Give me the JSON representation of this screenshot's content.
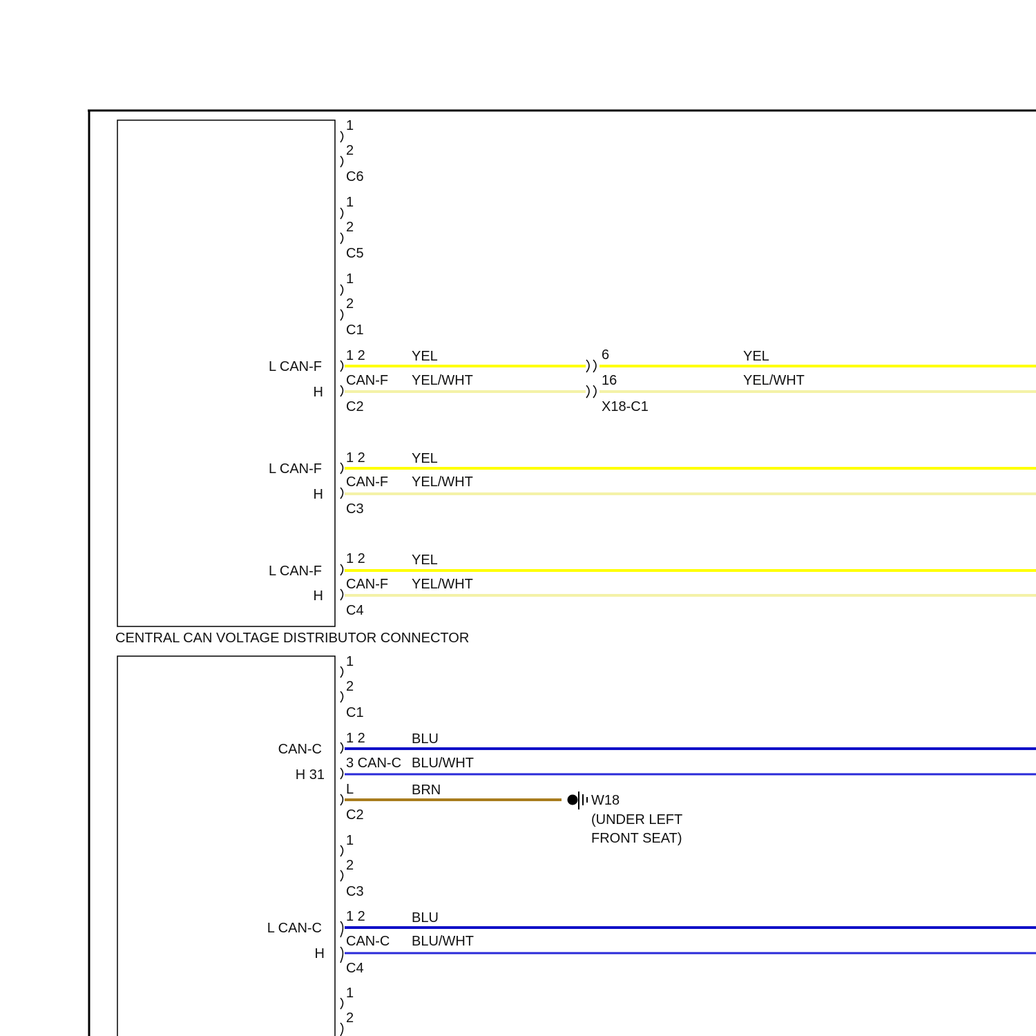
{
  "colors": {
    "frame": "#000000",
    "yel": "#ffff00",
    "yel_wht": "#f4f2a8",
    "blu": "#1010c8",
    "blu_wht": "#2a2ad8",
    "brn": "#a87c1e"
  },
  "upper": {
    "caption": "CENTRAL CAN VOLTAGE DISTRIBUTOR CONNECTOR",
    "c6": {
      "pin1": "1",
      "pin2": "2",
      "name": "C6"
    },
    "c5": {
      "pin1": "1",
      "pin2": "2",
      "name": "C5"
    },
    "c1": {
      "pin1": "1",
      "pin2": "2",
      "name": "C1"
    },
    "c2": {
      "left1": "L CAN-F",
      "left2": "H",
      "pin1": "1 2",
      "pin2": "CAN-F",
      "name": "C2",
      "wire1": "YEL",
      "wire2": "YEL/WHT",
      "splice": {
        "pin1": "6",
        "pin2": "16",
        "name": "X18-C1"
      },
      "wire1b": "YEL",
      "wire2b": "YEL/WHT"
    },
    "c3": {
      "left1": "L CAN-F",
      "left2": "H",
      "pin1": "1 2",
      "pin2": "CAN-F",
      "name": "C3",
      "wire1": "YEL",
      "wire2": "YEL/WHT"
    },
    "c4": {
      "left1": "L CAN-F",
      "left2": "H",
      "pin1": "1 2",
      "pin2": "CAN-F",
      "name": "C4",
      "wire1": "YEL",
      "wire2": "YEL/WHT"
    }
  },
  "lower": {
    "c1": {
      "pin1": "1",
      "pin2": "2",
      "name": "C1"
    },
    "c2": {
      "left1": "CAN-C",
      "left2": "H 31",
      "pin1": "1 2",
      "pin2": "3 CAN-C",
      "pin3": "L",
      "name": "C2",
      "wire1": "BLU",
      "wire2": "BLU/WHT",
      "wire3": "BRN",
      "ground": {
        "name": "W18",
        "loc1": "(UNDER LEFT",
        "loc2": "FRONT SEAT)"
      }
    },
    "c3": {
      "pin1": "1",
      "pin2": "2",
      "name": "C3"
    },
    "c4": {
      "left1": "L CAN-C",
      "left2": "H",
      "pin1": "1 2",
      "pin2": "CAN-C",
      "name": "C4",
      "wire1": "BLU",
      "wire2": "BLU/WHT"
    },
    "c5": {
      "pin1": "1",
      "pin2": "2"
    }
  }
}
